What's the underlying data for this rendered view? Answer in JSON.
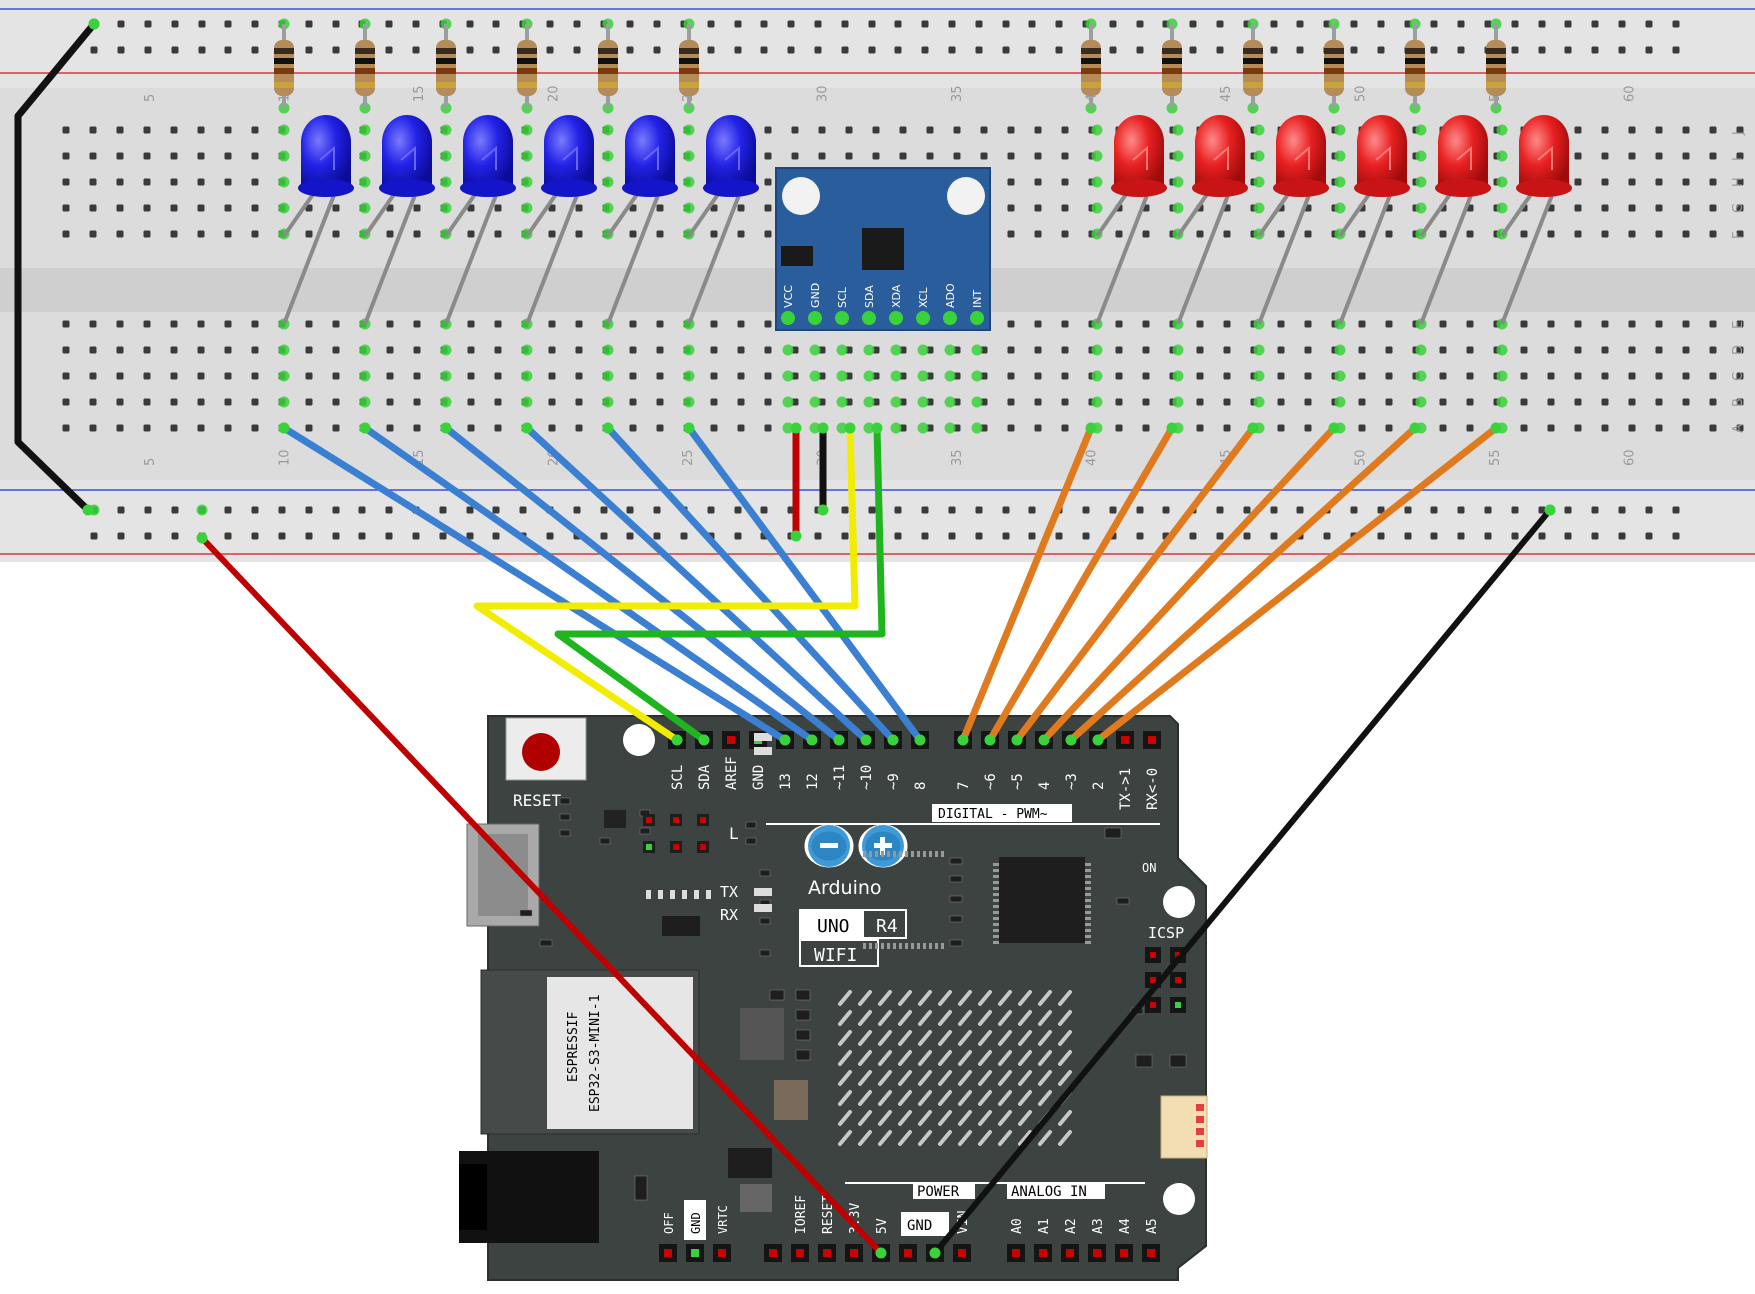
{
  "breadboard": {
    "column_numbers": [
      "5",
      "10",
      "15",
      "20",
      "25",
      "30",
      "35",
      "40",
      "45",
      "50",
      "55",
      "60"
    ],
    "row_letters_top": [
      "J",
      "I",
      "H",
      "G",
      "F"
    ],
    "row_letters_bottom": [
      "E",
      "D",
      "C",
      "B",
      "A"
    ]
  },
  "sensor": {
    "pins": [
      "VCC",
      "GND",
      "SCL",
      "SDA",
      "XDA",
      "XCL",
      "ADO",
      "INT"
    ]
  },
  "arduino": {
    "reset_label": "RESET",
    "top_header_labels": [
      "SCL",
      "SDA",
      "AREF",
      "GND",
      "13",
      "12",
      "~11",
      "~10",
      "~9",
      "8"
    ],
    "top_header_labels_right": [
      "7",
      "~6",
      "~5",
      "4",
      "~3",
      "2",
      "TX->1",
      "RX<-0"
    ],
    "digital_label": "DIGITAL - PWM~",
    "brand": "Arduino",
    "model_left": "UNO",
    "model_right": "R4",
    "model_sub": "WIFI",
    "led_l": "L",
    "led_tx": "TX",
    "led_rx": "RX",
    "on_label": "ON",
    "icsp_label": "ICSP",
    "module_line1": "ESPRESSIF",
    "module_line2": "ESP32-S3-MINI-1",
    "power_label": "POWER",
    "analog_label": "ANALOG IN",
    "power_pins": [
      "IOREF",
      "RESET",
      "3.3V",
      "5V",
      "GND",
      "GND",
      "VIN"
    ],
    "vrtc_labels": [
      "OFF",
      "GND",
      "VRTC"
    ],
    "analog_pins": [
      "A0",
      "A1",
      "A2",
      "A3",
      "A4",
      "A5"
    ]
  },
  "colors": {
    "breadboard": "#dcdcdc",
    "rail_red": "#d43b3b",
    "rail_blue": "#3b4fd4",
    "board": "#3c4340",
    "sensor": "#2a5d9c",
    "wire_blue": "#3a7fd1",
    "wire_orange": "#e07a1f",
    "wire_red": "#c00000",
    "wire_black": "#111111",
    "wire_yellow": "#f2ec00",
    "wire_green": "#1fb51f",
    "led_blue": "#1a1ae0",
    "led_red": "#e01a1a"
  }
}
